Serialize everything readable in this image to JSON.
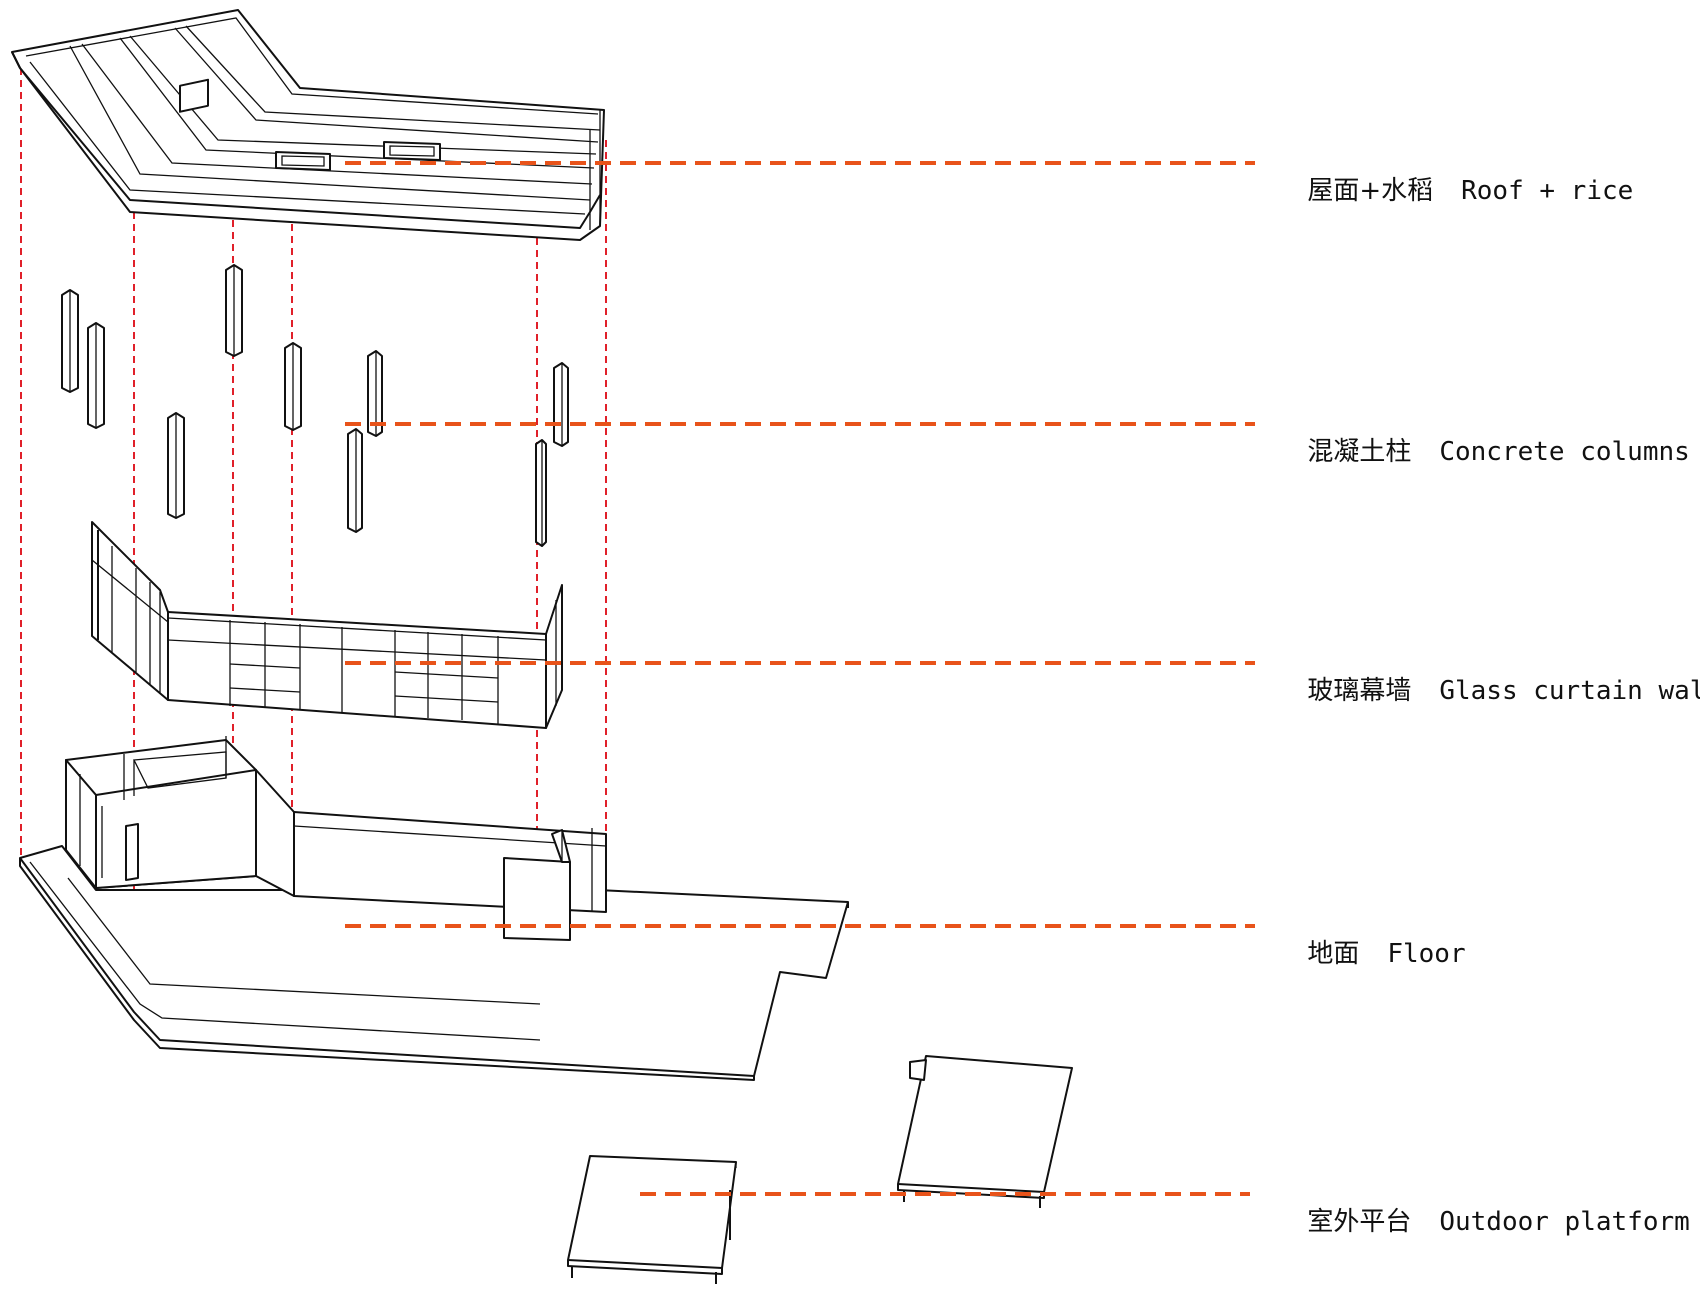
{
  "colors": {
    "leader_line": "#e8531a",
    "projection_line": "#e0202a",
    "outline": "#111111",
    "background": "#ffffff"
  },
  "layers": [
    {
      "id": "roof",
      "cn": "屋面+水稻",
      "en": "Roof + rice"
    },
    {
      "id": "columns",
      "cn": "混凝土柱",
      "en": "Concrete columns"
    },
    {
      "id": "glass",
      "cn": "玻璃幕墙",
      "en": "Glass curtain walls"
    },
    {
      "id": "floor",
      "cn": "地面",
      "en": "Floor"
    },
    {
      "id": "platform",
      "cn": "室外平台",
      "en": "Outdoor platform"
    }
  ]
}
